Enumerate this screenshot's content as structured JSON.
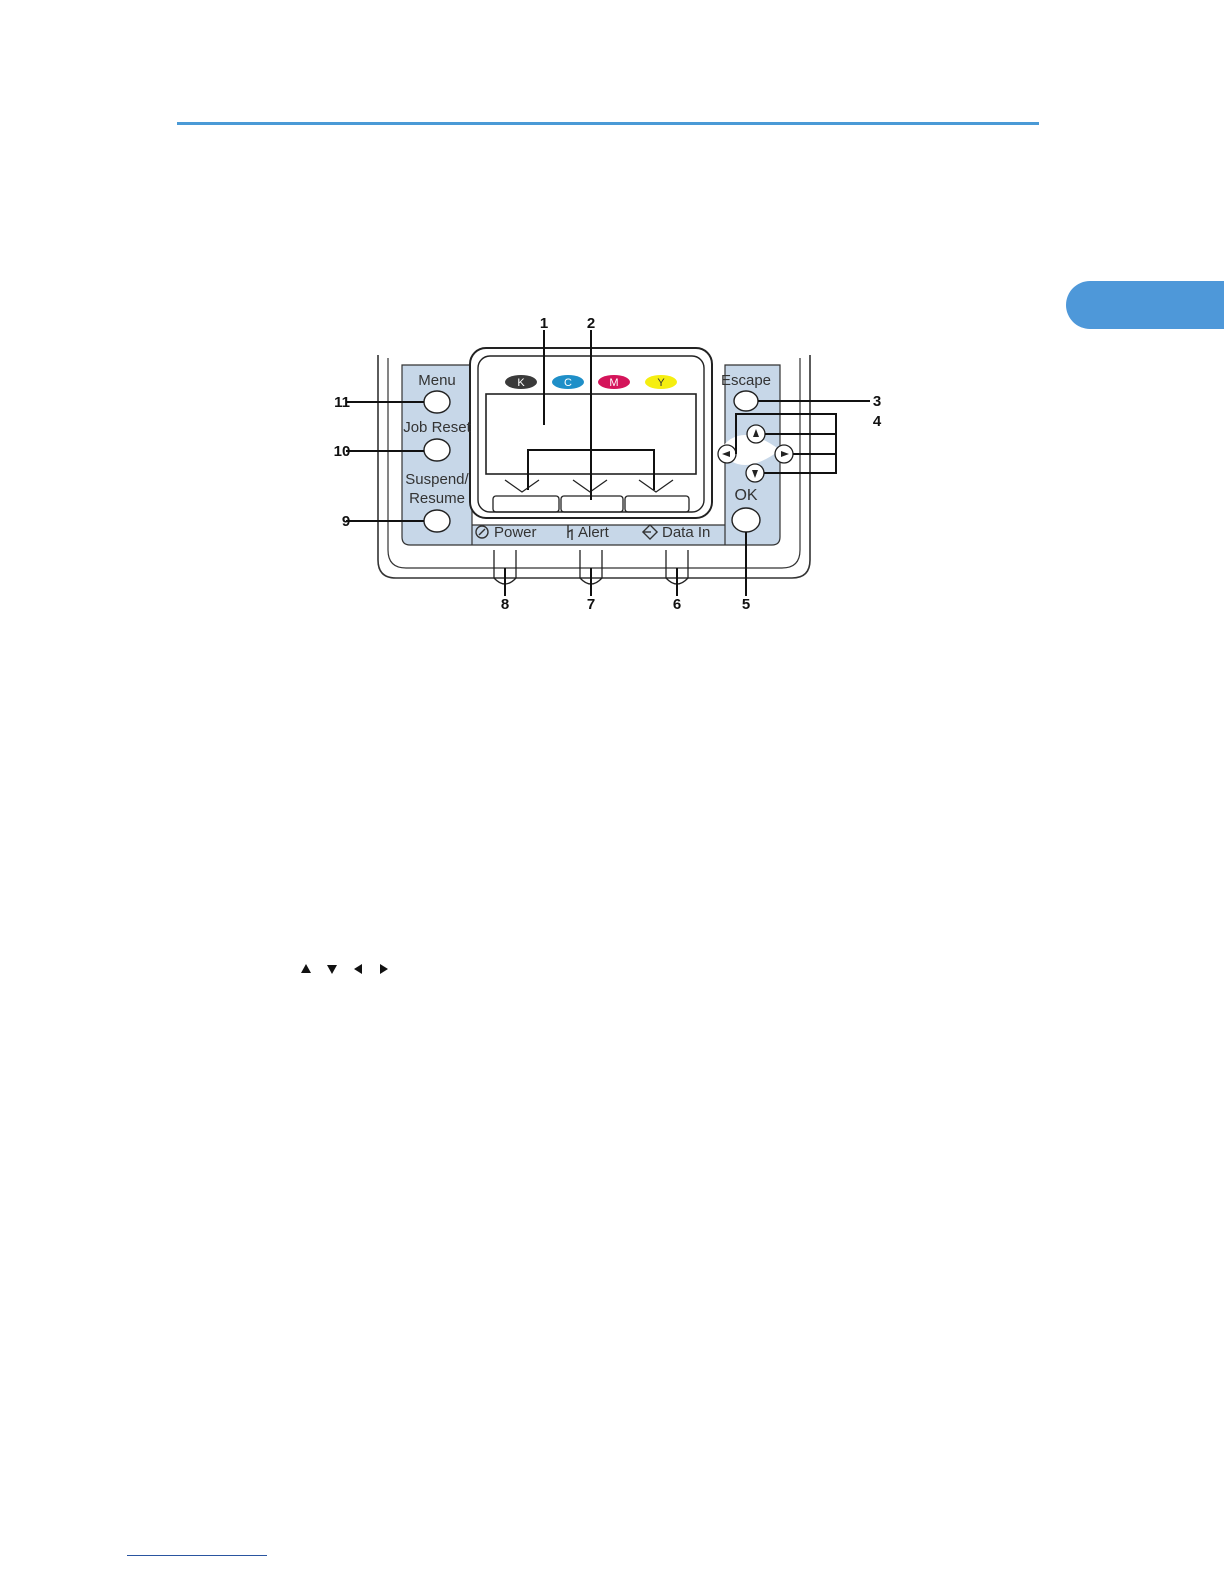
{
  "panel": {
    "callouts": [
      "1",
      "2",
      "3",
      "4",
      "5",
      "6",
      "7",
      "8",
      "9",
      "10",
      "11"
    ],
    "toner_labels": [
      "K",
      "C",
      "M",
      "Y"
    ],
    "toner_colors": [
      "#3a3a3a",
      "#1f8fc8",
      "#d4145a",
      "#f5ee10"
    ],
    "panel_color": "#c7d7e8",
    "buttons": {
      "menu": "Menu",
      "job_reset": "Job Reset",
      "suspend_line1": "Suspend/",
      "suspend_line2": "Resume",
      "escape": "Escape",
      "ok": "OK"
    },
    "indicators": {
      "power": "Power",
      "alert": "Alert",
      "data_in": "Data In"
    }
  },
  "nav_arrow_icons": [
    "up-arrow-icon",
    "down-arrow-icon",
    "left-arrow-icon",
    "right-arrow-icon"
  ]
}
